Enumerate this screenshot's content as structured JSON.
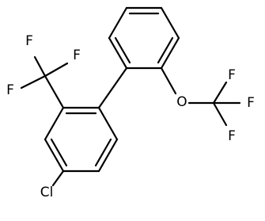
{
  "molecule": {
    "atoms": {
      "F_top": "F",
      "F_right": "F",
      "F_left": "F",
      "O": "O",
      "F_ocf_top": "F",
      "F_ocf_right": "F",
      "F_ocf_bottom": "F",
      "Cl": "Cl"
    },
    "colors": {
      "bond": "#000000",
      "label": "#000000",
      "background": "#ffffff"
    }
  }
}
